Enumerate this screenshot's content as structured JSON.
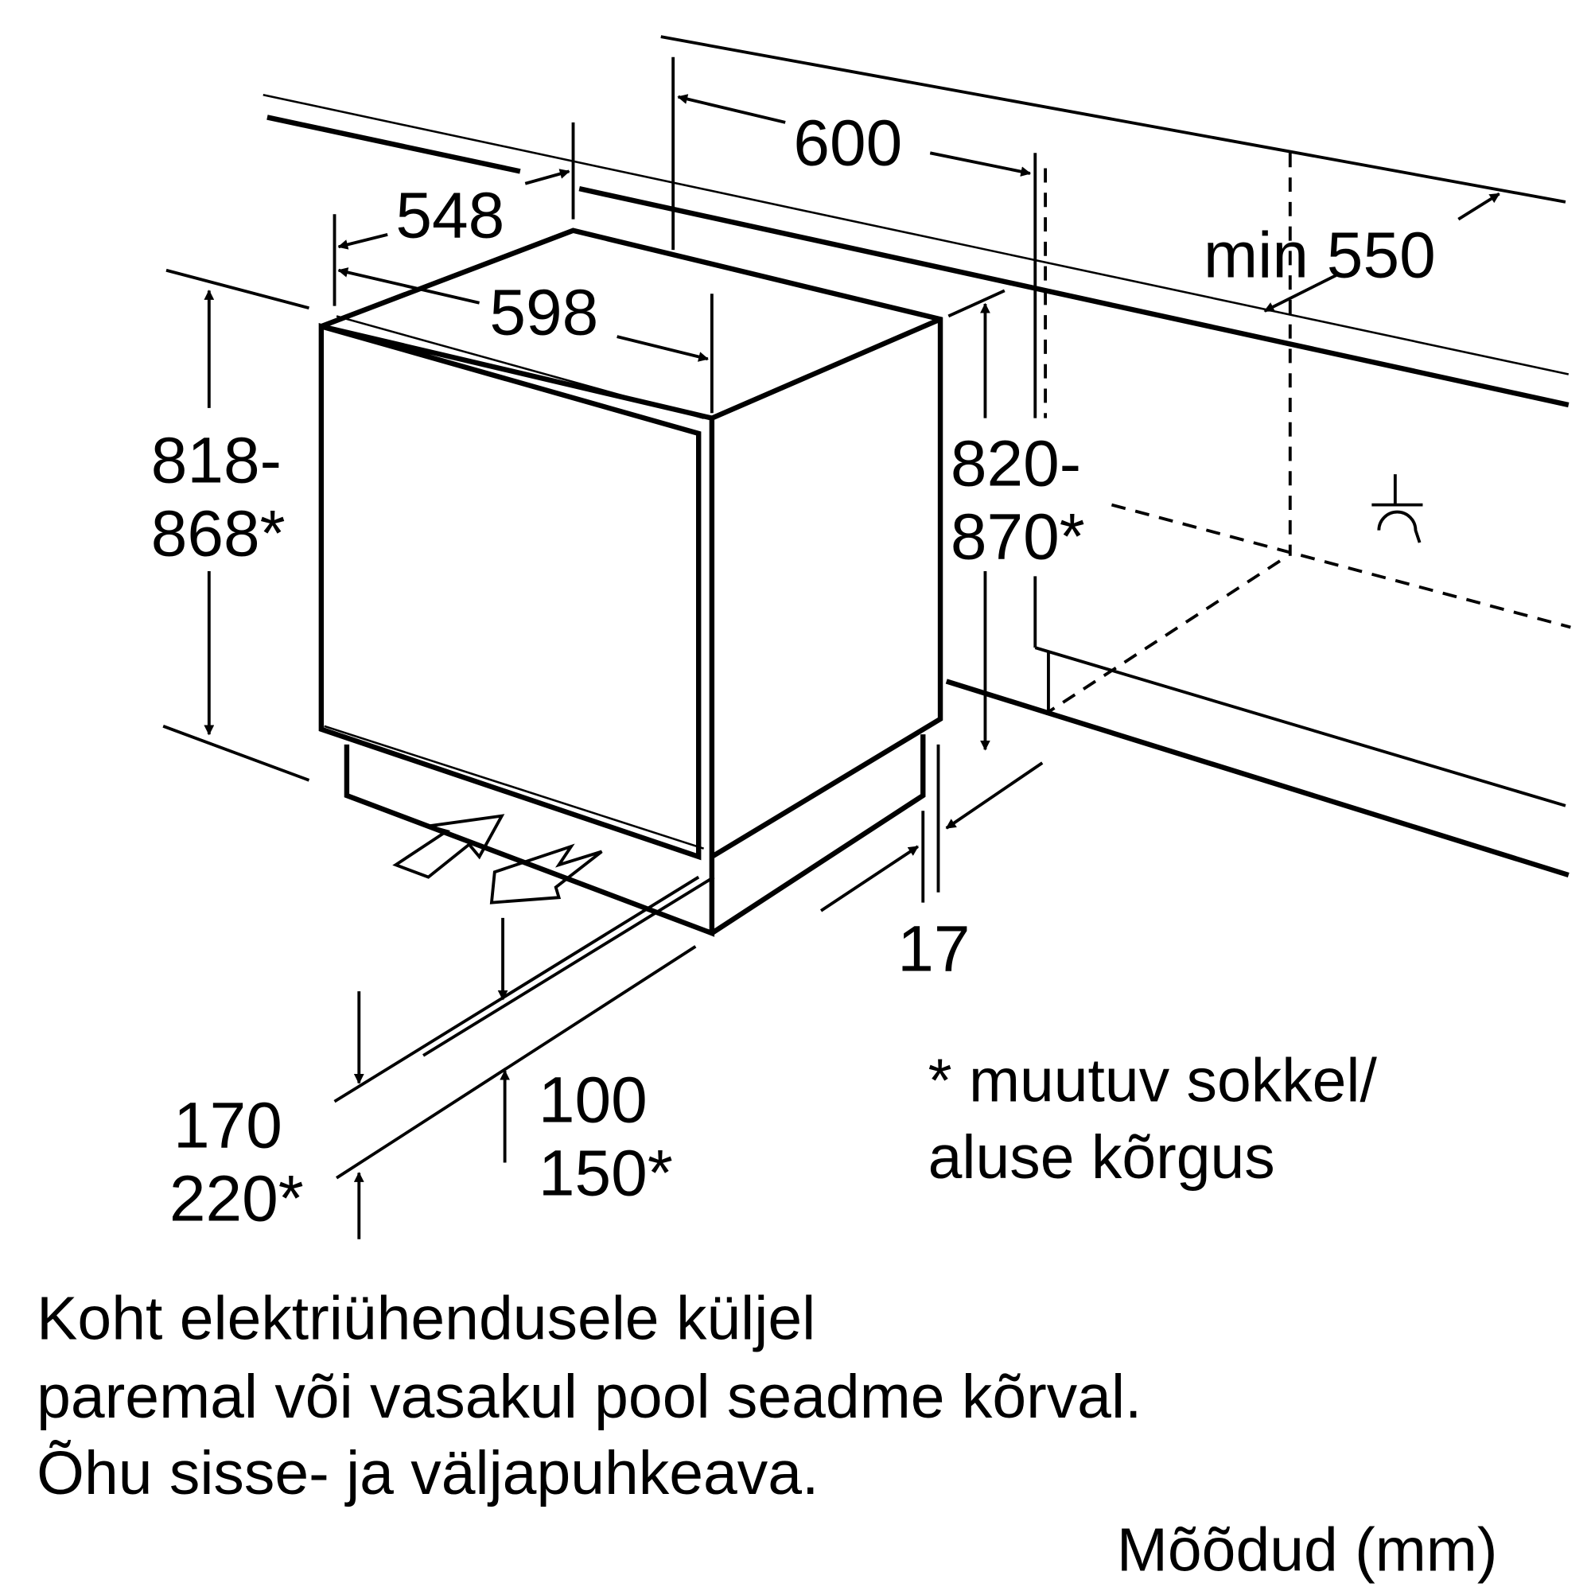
{
  "dimensions": {
    "width_top": "600",
    "depth": "548",
    "width": "598",
    "min_depth": "min 550",
    "height_left_1": "818-",
    "height_left_2": "868*",
    "height_right_1": "820-",
    "height_right_2": "870*",
    "recess": "17",
    "plinth_1": "170",
    "plinth_2": "220*",
    "vent_1": "100",
    "vent_2": "150*"
  },
  "footnote": {
    "line1": "* muutuv sokkel/",
    "line2": "aluse kõrgus"
  },
  "notes": [
    "Koht elektriühendusele küljel",
    "paremal või vasakul pool seadme kõrval.",
    "Õhu sisse- ja väljapuhkeava."
  ],
  "units_label": "Mõõdud (mm)"
}
